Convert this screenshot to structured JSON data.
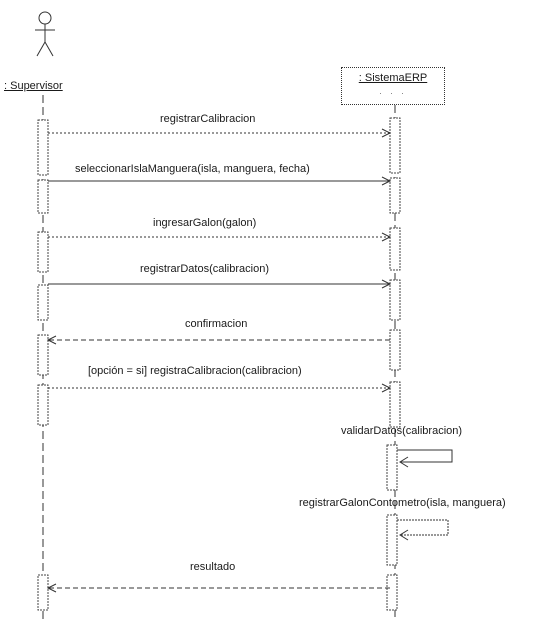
{
  "actor": {
    "name": ": Supervisor"
  },
  "system": {
    "name": ": SistemaERP",
    "sub": ". . ."
  },
  "messages": [
    {
      "label": "registrarCalibracion",
      "direction": "to-system",
      "style": "dotted"
    },
    {
      "label": "seleccionarIslaManguera(isla, manguera, fecha)",
      "direction": "to-system",
      "style": "solid"
    },
    {
      "label": "ingresarGalon(galon)",
      "direction": "to-system",
      "style": "dotted"
    },
    {
      "label": "registrarDatos(calibracion)",
      "direction": "to-system",
      "style": "solid"
    },
    {
      "label": "confirmacion",
      "direction": "to-actor",
      "style": "dashed"
    },
    {
      "label": "[opción = si] registraCalibracion(calibracion)",
      "direction": "to-system",
      "style": "dotted"
    },
    {
      "label": "validarDatos(calibracion)",
      "direction": "self",
      "style": "solid"
    },
    {
      "label": "registrarGalonContometro(isla, manguera)",
      "direction": "self",
      "style": "dotted"
    },
    {
      "label": "resultado",
      "direction": "to-actor",
      "style": "dashed"
    }
  ]
}
